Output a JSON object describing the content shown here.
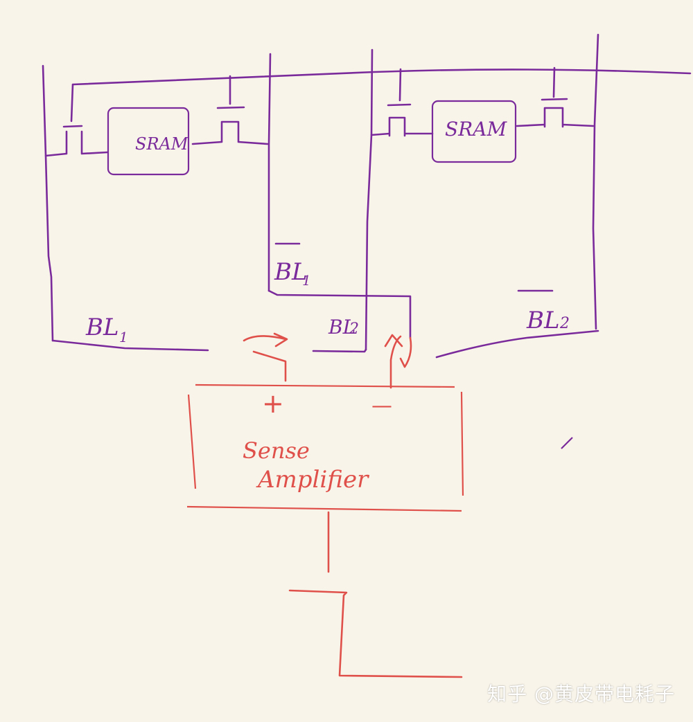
{
  "cells": [
    {
      "label": "SRAM"
    },
    {
      "label": "SRAM"
    }
  ],
  "bitlines": {
    "bl1": "BL",
    "bl1_sub": "1",
    "bl1_bar": "BL",
    "bl1_bar_sub": "1",
    "bl2": "BL",
    "bl2_sub": "2",
    "bl2_bar": "BL",
    "bl2_bar_sub": "2"
  },
  "amplifier": {
    "plus": "+",
    "minus": "—",
    "label_line1": "Sense",
    "label_line2": "Amplifier"
  },
  "watermark": "知乎 @黄皮带电耗子",
  "colors": {
    "wire": "#7a2a9a",
    "amplifier": "#e0504a",
    "background": "#f8f4ea"
  }
}
